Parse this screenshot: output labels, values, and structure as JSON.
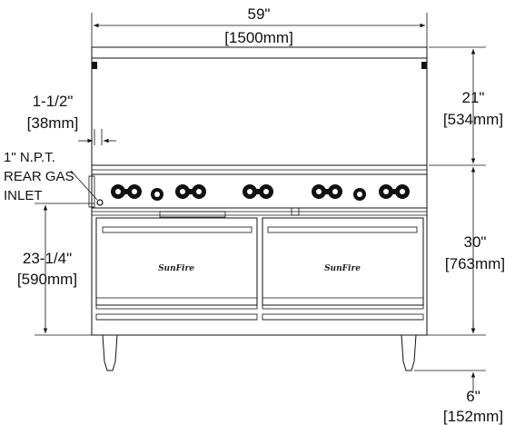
{
  "dimensions": {
    "width_in": "59\"",
    "width_mm": "[1500mm]",
    "backsplash_in": "21\"",
    "backsplash_mm": "[534mm]",
    "body_in": "30\"",
    "body_mm": "[763mm]",
    "legs_in": "6\"",
    "legs_mm": "[152mm]",
    "inlet_height_in": "23-1/4\"",
    "inlet_height_mm": "[590mm]",
    "inlet_offset_in": "1-1/2\"",
    "inlet_offset_mm": "[38mm]"
  },
  "gas_inlet_note": {
    "line1": "1\" N.P.T.",
    "line2": "REAR GAS",
    "line3": "INLET"
  },
  "ovens": [
    {
      "brand": "SunFire"
    },
    {
      "brand": "SunFire"
    }
  ]
}
